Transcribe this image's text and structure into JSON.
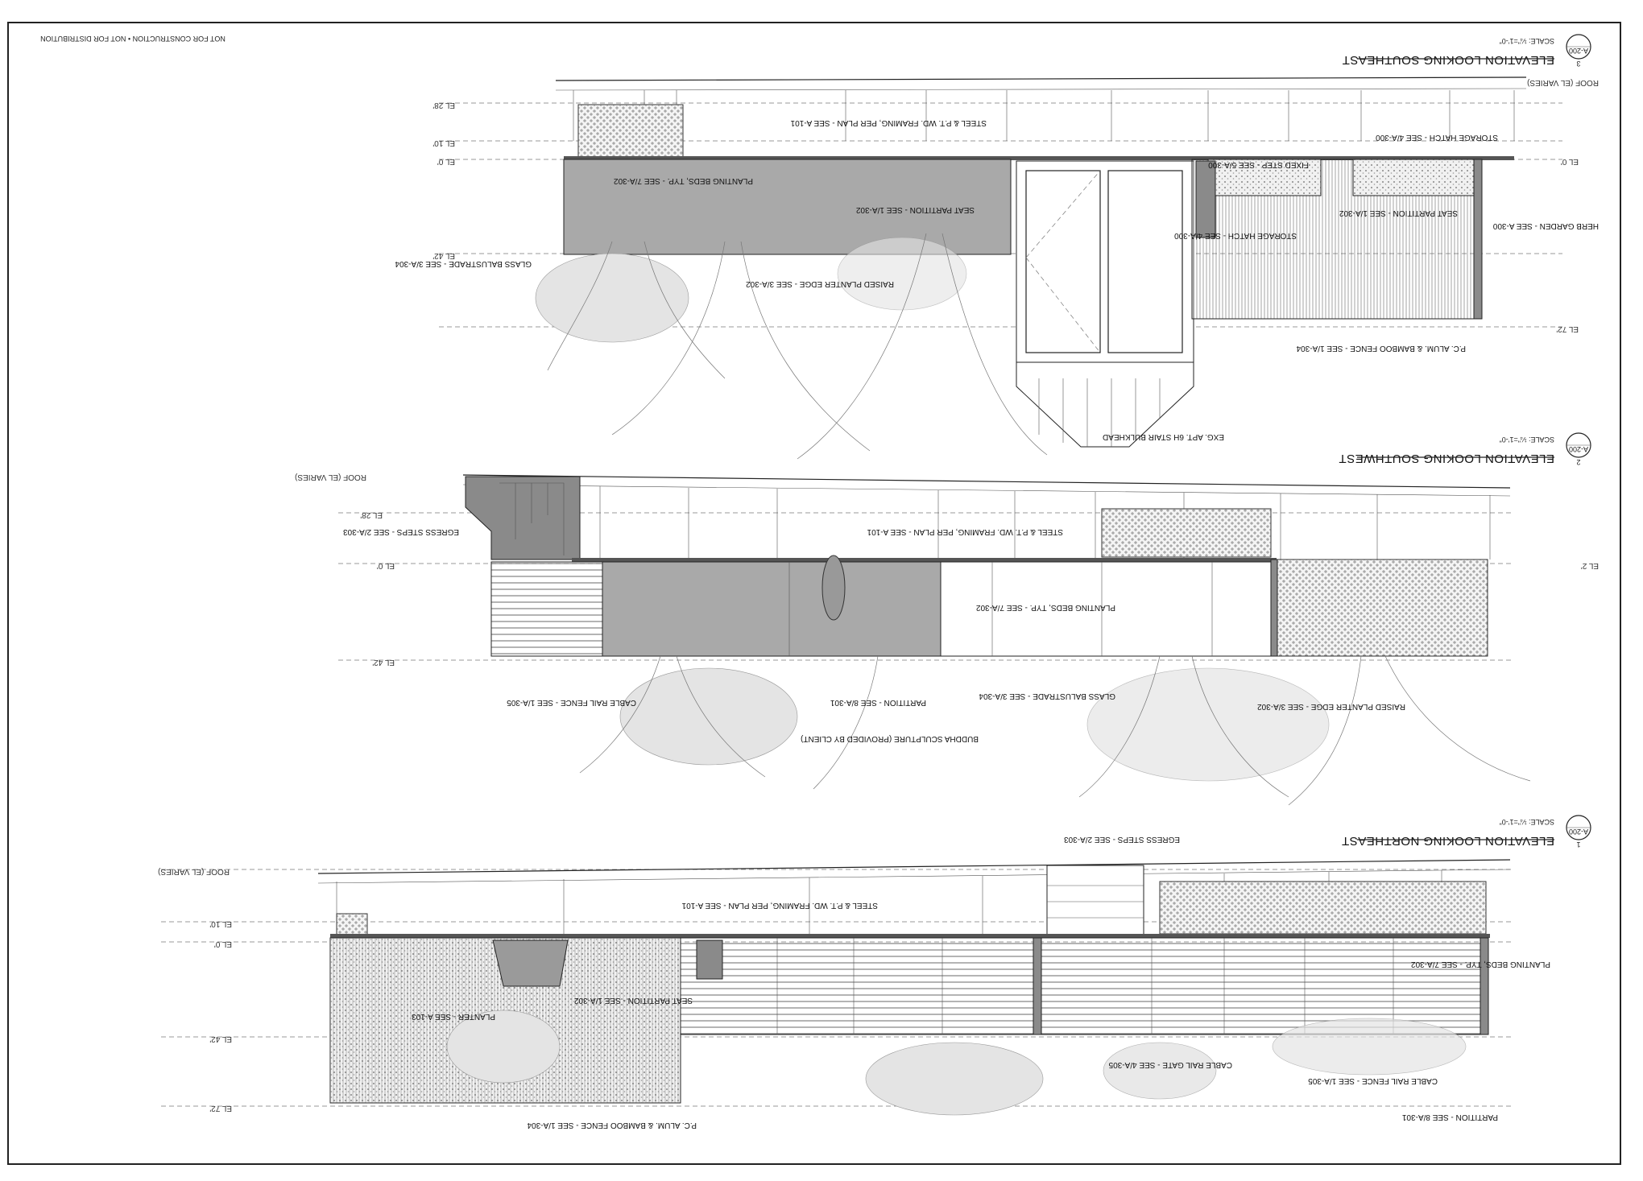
{
  "sheet": {
    "disclaimer": "NOT FOR CONSTRUCTION • NOT FOR DISTRIBUTION"
  },
  "elevations": [
    {
      "number": "3",
      "sheet_ref": "A-200",
      "title": "ELEVATION LOOKING SOUTHEAST",
      "scale": "SCALE: ¼\"=1'-0\"",
      "levels": [
        "ROOF (EL VARIES)",
        "EL 28'",
        "EL 10'",
        "EL 0'",
        "EL 42'",
        "EL 72'"
      ],
      "notes": [
        "STEEL & P.T. WD. FRAMING, PER PLAN - SEE A-101",
        "PLANTING BEDS, TYP. - SEE 7/A-302",
        "SEAT PARTITION - SEE 1/A-302",
        "GLASS BALUSTRADE - SEE 3/A-304",
        "RAISED PLANTER EDGE - SEE 3/A-302",
        "FIXED STEP - SEE 5/A-300",
        "STORAGE HATCH - SEE 4/A-300",
        "SEAT PARTITION - SEE 1/A-302",
        "STORAGE HATCH - SEE 4/A-300",
        "HERB GARDEN - SEE A-300",
        "P.C. ALUM. & BAMBOO FENCE - SEE 1/A-304",
        "EXG. APT. 6H STAIR BULKHEAD"
      ]
    },
    {
      "number": "2",
      "sheet_ref": "A-200",
      "title": "ELEVATION LOOKING SOUTHWEST",
      "scale": "SCALE: ¼\"=1'-0\"",
      "levels": [
        "ROOF (EL VARIES)",
        "EL 28'",
        "EL 0'",
        "EL 42'",
        "EL 2'"
      ],
      "notes": [
        "EGRESS STEPS - SEE 2/A-303",
        "STEEL & P.T. WD. FRAMING, PER PLAN - SEE A-101",
        "PLANTING BEDS, TYP. - SEE 7/A-302",
        "CABLE RAIL FENCE - SEE 1/A-305",
        "PARTITION - SEE 8/A-301",
        "BUDDHA SCULPTURE (PROVIDED BY CLIENT)",
        "GLASS BALUSTRADE - SEE 3/A-304",
        "RAISED PLANTER EDGE - SEE 3/A-302"
      ]
    },
    {
      "number": "1",
      "sheet_ref": "A-200",
      "title": "ELEVATION LOOKING NORTHEAST",
      "scale": "SCALE: ¼\"=1'-0\"",
      "levels": [
        "ROOF (EL VARIES)",
        "EL 10'",
        "EL 0'",
        "EL 42'",
        "EL 72'"
      ],
      "notes": [
        "EGRESS STEPS - SEE 2/A-303",
        "STEEL & P.T. WD. FRAMING, PER PLAN - SEE A-101",
        "PLANTING BEDS, TYP. - SEE 7/A-302",
        "PLANTER - SEE A-103",
        "SEAT PARTITION - SEE 1/A-302",
        "P.C. ALUM. & BAMBOO FENCE - SEE 1/A-304",
        "CABLE RAIL GATE - SEE 4/A-305",
        "CABLE RAIL FENCE - SEE 1/A-305",
        "PARTITION - SEE 8/A-301"
      ]
    }
  ]
}
